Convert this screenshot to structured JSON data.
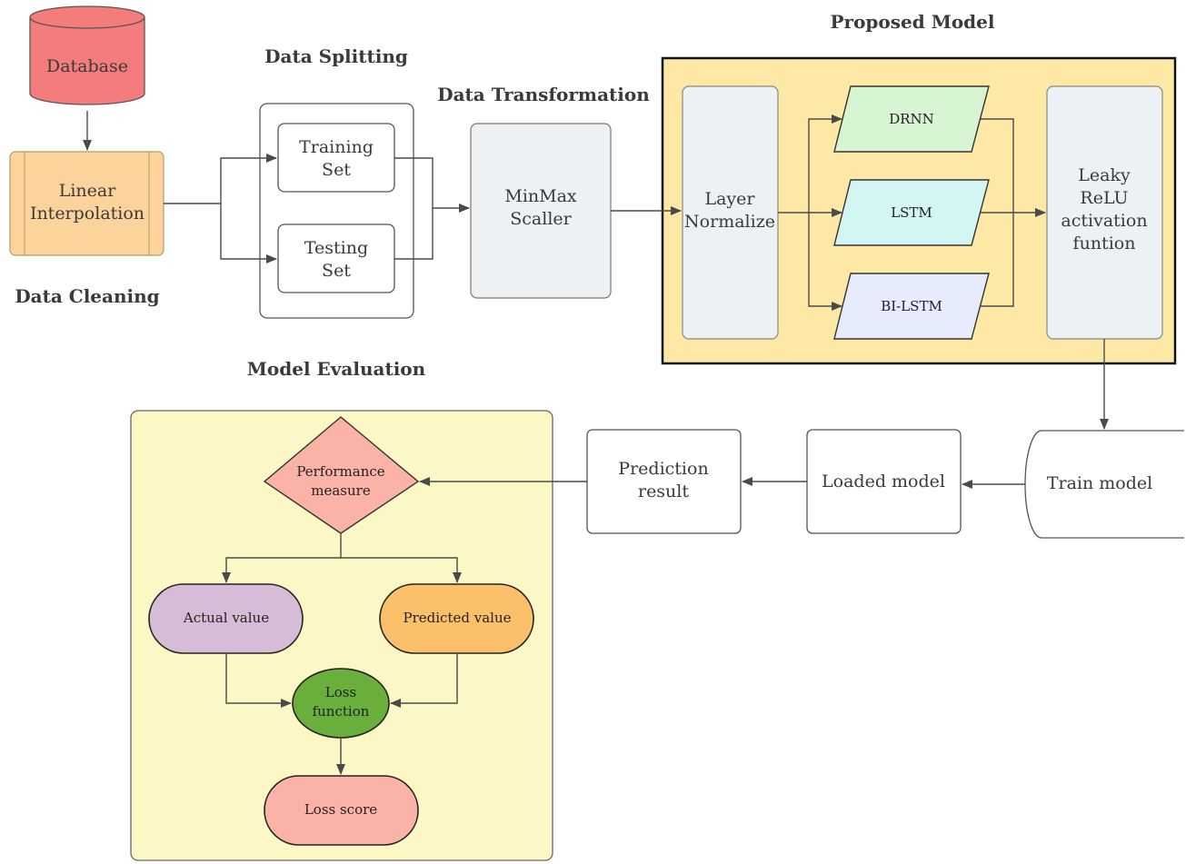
{
  "headings": {
    "data_splitting": "Data Splitting",
    "data_transformation": "Data Transformation",
    "proposed_model": "Proposed Model",
    "data_cleaning": "Data Cleaning",
    "model_evaluation": "Model Evaluation"
  },
  "nodes": {
    "database": "Database",
    "linear_interpolation": [
      "Linear",
      "Interpolation"
    ],
    "training_set": [
      "Training",
      "Set"
    ],
    "testing_set": [
      "Testing",
      "Set"
    ],
    "minmax": [
      "MinMax",
      "Scaller"
    ],
    "layer_normalize": [
      "Layer",
      "Normalize"
    ],
    "drnn": "DRNN",
    "lstm": "LSTM",
    "bilstm": "BI-LSTM",
    "leaky_relu": [
      "Leaky",
      "ReLU",
      "activation",
      "funtion"
    ],
    "train_model": "Train model",
    "loaded_model": "Loaded model",
    "prediction_result": [
      "Prediction",
      "result"
    ],
    "performance_measure": [
      "Performance",
      "measure"
    ],
    "actual_value": "Actual value",
    "predicted_value": "Predicted value",
    "loss_function": [
      "Loss",
      "function"
    ],
    "loss_score": "Loss score"
  },
  "colors": {
    "database_fill": "#f47c7c",
    "cleaning_fill": "#fcd49b",
    "proposed_bg": "#fde8a6",
    "evaluation_bg": "#fbf8c6",
    "block_gray": "#eef1f3",
    "drnn_fill": "#d7f5d3",
    "lstm_fill": "#d3f6f3",
    "bilstm_fill": "#e6ecfb",
    "performance_fill": "#fbb3a8",
    "actual_fill": "#d6bcd6",
    "predicted_fill": "#fdc06a",
    "loss_function_fill": "#6aae3c",
    "loss_score_fill": "#fbb3a8"
  }
}
